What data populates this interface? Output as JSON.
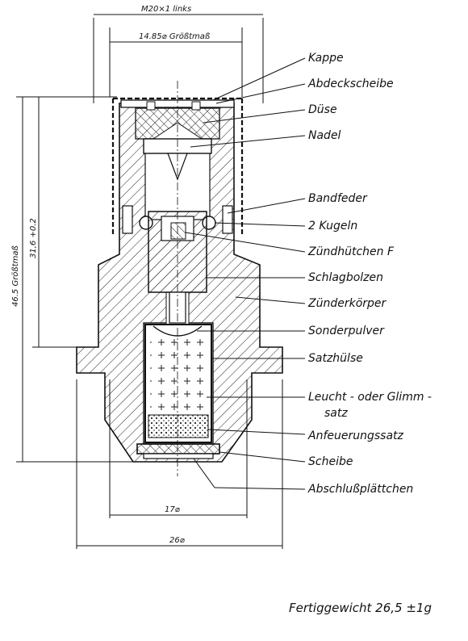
{
  "labels": {
    "kappe": "Kappe",
    "abdeckscheibe": "Abdeckscheibe",
    "duese": "Düse",
    "nadel": "Nadel",
    "bandfeder": "Bandfeder",
    "kugeln": "2 Kugeln",
    "zuendhuetchen": "Zündhütchen F",
    "schlagbolzen": "Schlagbolzen",
    "zuenderkoerper": "Zünderkörper",
    "sonderpulver": "Sonderpulver",
    "satzhuelse": "Satzhülse",
    "leuchtsatz_line1": "Leucht - oder Glimm -",
    "leuchtsatz_line2": "satz",
    "anfeuerungssatz": "Anfeuerungssatz",
    "scheibe": "Scheibe",
    "abschlussplaettchen": "Abschlußplättchen"
  },
  "dimensions": {
    "thread": "M20×1 links",
    "max_diameter": "14.85⌀ Größtmaß",
    "total_height": "46.5 Größtmaß",
    "cap_height": "31,6 +0.2",
    "inner_diameter": "17⌀",
    "outer_diameter": "26⌀"
  },
  "footer": {
    "weight": "Fertiggewicht  26,5 ±1g"
  }
}
